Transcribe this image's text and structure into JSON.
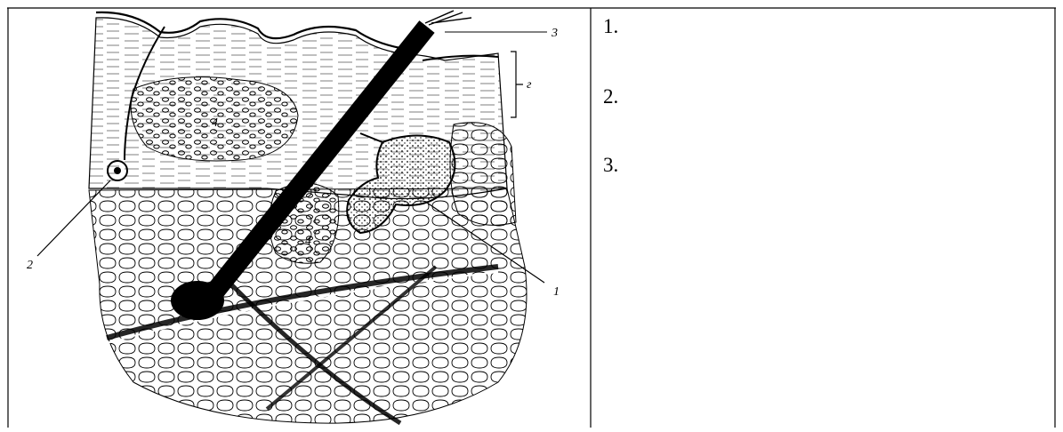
{
  "figure": {
    "labels": {
      "label_1": "1",
      "label_2": "2",
      "label_3": "3",
      "label_4a": "4",
      "label_4b": "4",
      "label_g": "г"
    }
  },
  "answers": {
    "line_1": "1.",
    "line_2": "2.",
    "line_3": "3."
  },
  "colors": {
    "ink": "#000000",
    "paper": "#ffffff"
  }
}
